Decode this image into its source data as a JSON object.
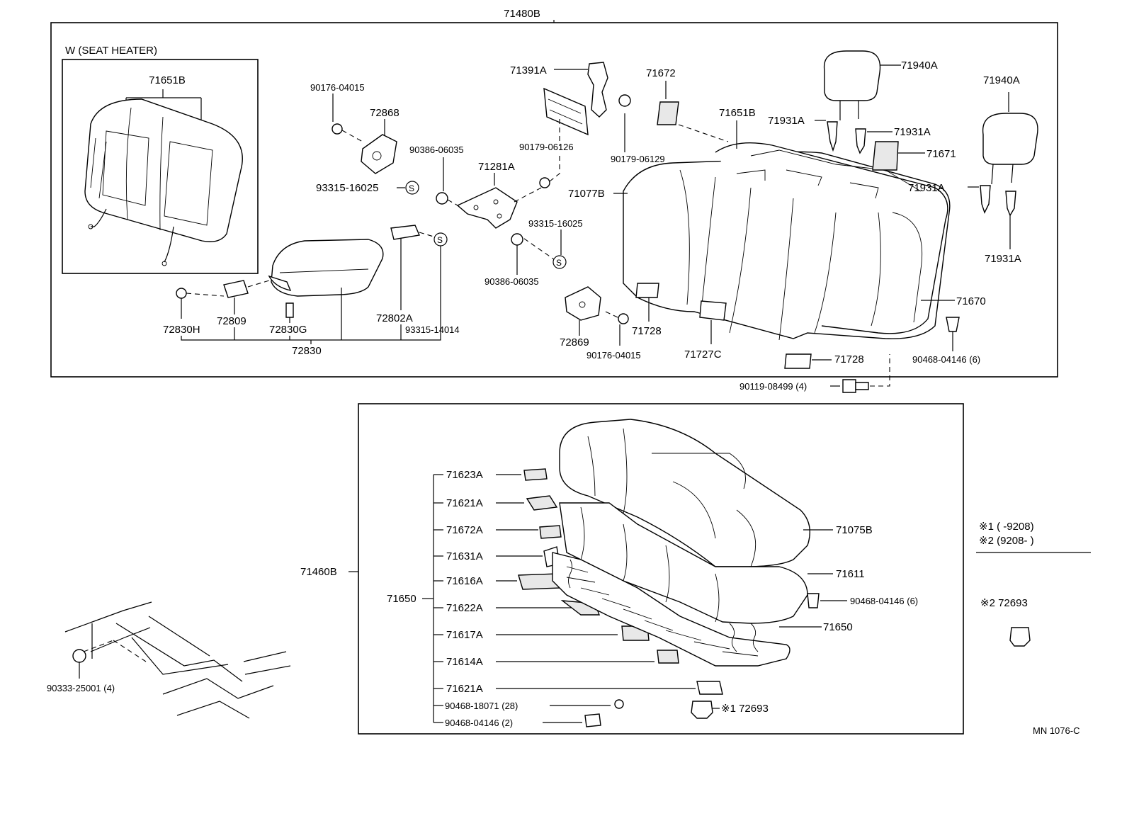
{
  "diagram": {
    "code": "MN 1076-C",
    "upper_assembly": "71480B",
    "lower_assembly": "71460B",
    "inset_title": "W (SEAT  HEATER)",
    "labels": {
      "l71651B_inset": "71651B",
      "l90176_04015_a": "90176-04015",
      "l72868": "72868",
      "l93315_16025_a": "93315-16025",
      "l90386_06035_a": "90386-06035",
      "l71391A": "71391A",
      "l90179_06126": "90179-06126",
      "l71281A": "71281A",
      "l90179_06129": "90179-06129",
      "l71672": "71672",
      "l71651B": "71651B",
      "l71077B": "71077B",
      "l93315_16025_b": "93315-16025",
      "l90386_06035_b": "90386-06035",
      "l72869": "72869",
      "l90176_04015_b": "90176-04015",
      "l71728_a": "71728",
      "l71727C": "71727C",
      "l71728_b": "71728",
      "l71940A_a": "71940A",
      "l71940A_b": "71940A",
      "l71931A_a": "71931A",
      "l71931A_b": "71931A",
      "l71931A_c": "71931A",
      "l71931A_d": "71931A",
      "l71671": "71671",
      "l71670": "71670",
      "l90468_04146_6a": "90468-04146 (6)",
      "l90119_08499": "90119-08499 (4)",
      "l72830H": "72830H",
      "l72809": "72809",
      "l72830G": "72830G",
      "l72802A": "72802A",
      "l93315_14014": "93315-14014",
      "l72830": "72830",
      "l71623A": "71623A",
      "l71621A_a": "71621A",
      "l71672A": "71672A",
      "l71631A": "71631A",
      "l71616A": "71616A",
      "l71622A": "71622A",
      "l71617A": "71617A",
      "l71614A": "71614A",
      "l71621A_b": "71621A",
      "l90468_18071": "90468-18071 (28)",
      "l90468_04146_2": "90468-04146 (2)",
      "l71650_left": "71650",
      "l71075B": "71075B",
      "l71611": "71611",
      "l90468_04146_6b": "90468-04146 (6)",
      "l71650_right": "71650",
      "l72693_1": "※1 72693",
      "l90333_25001": "90333-25001 (4)",
      "note1": "※1 (        -9208)",
      "note2": "※2 (9208-        )",
      "l72693_2": "※2 72693"
    }
  }
}
